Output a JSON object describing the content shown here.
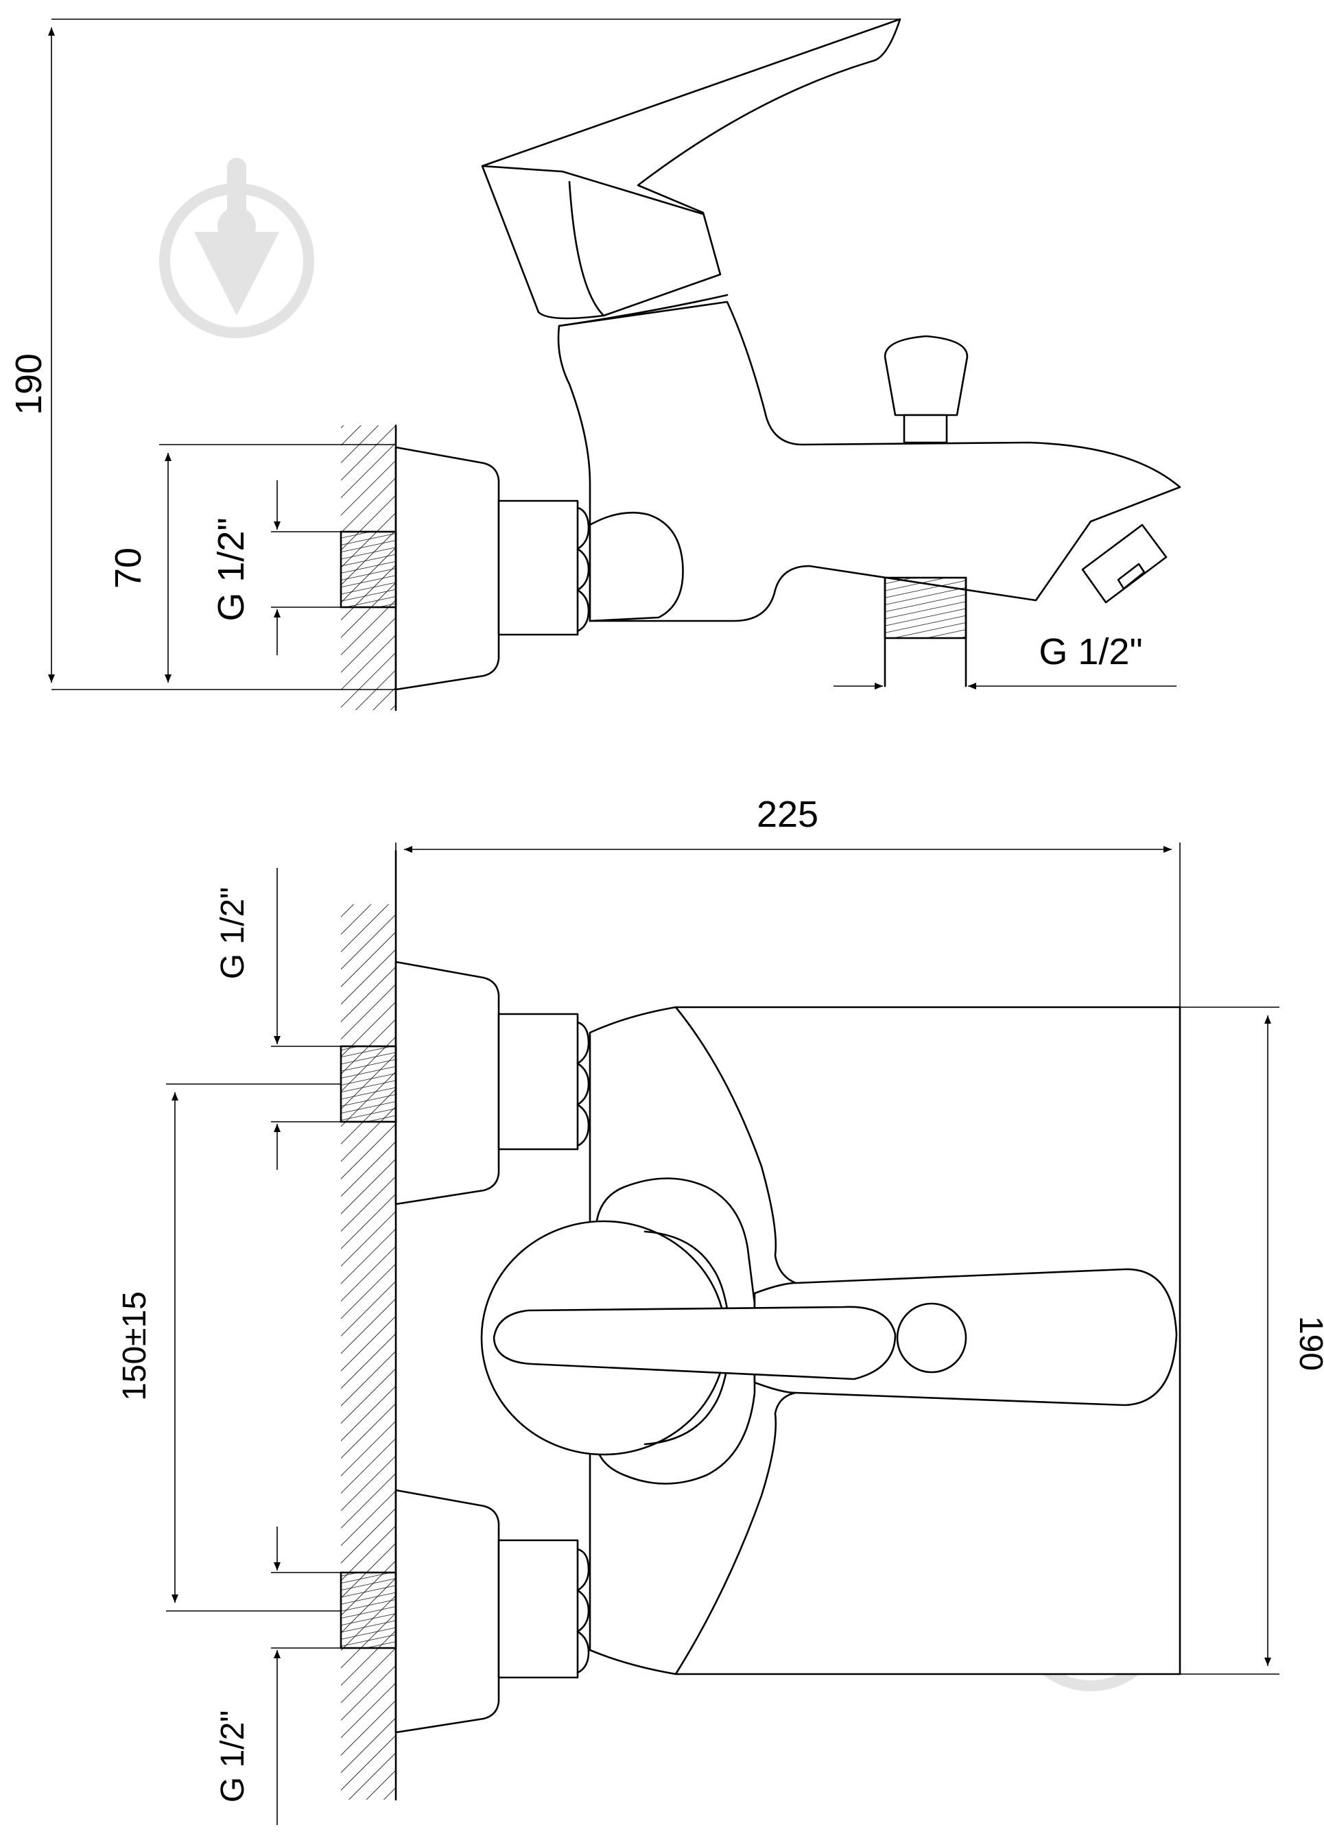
{
  "dimensions": {
    "top_total_height": "190",
    "top_outlet_height": "70",
    "top_inlet_thread": "G 1/2\"",
    "top_spout_thread": "G 1/2\"",
    "front_width": "225",
    "front_inlet_thread_upper": "G 1/2\"",
    "front_centre_distance": "150±15",
    "front_inlet_thread_lower": "G 1/2\"",
    "front_body_height": "190"
  },
  "watermark_icon": "drop-in-circle-logo-icon",
  "colors": {
    "line": "#000000",
    "watermark": "#e3e3e3",
    "background": "#ffffff"
  }
}
